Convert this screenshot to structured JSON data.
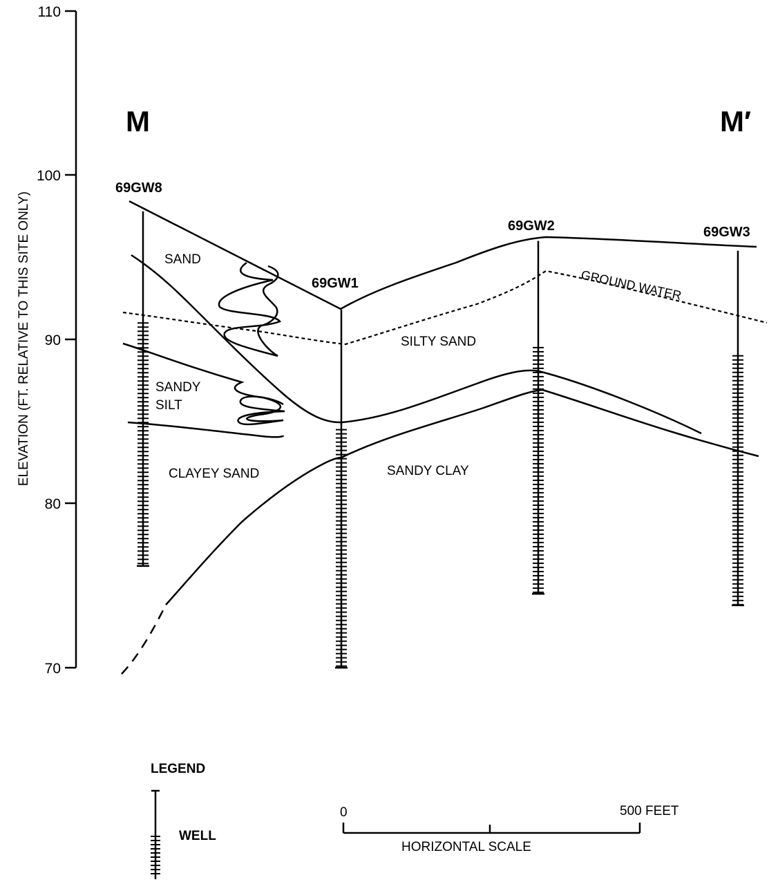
{
  "y_axis": {
    "label": "ELEVATION (FT. RELATIVE TO THIS SITE ONLY)",
    "ticks": [
      "110",
      "100",
      "90",
      "80",
      "70"
    ],
    "tick_values": [
      110,
      100,
      90,
      80,
      70
    ]
  },
  "section": {
    "left_label": "M",
    "right_label": "M′"
  },
  "wells": [
    {
      "name": "69GW8",
      "top_elev": 97.8,
      "screen_top": 91.0,
      "bottom_elev": 76.2
    },
    {
      "name": "69GW1",
      "top_elev": 91.8,
      "screen_top": 84.5,
      "bottom_elev": 70.0
    },
    {
      "name": "69GW2",
      "top_elev": 96.0,
      "screen_top": 89.5,
      "bottom_elev": 74.5
    },
    {
      "name": "69GW3",
      "top_elev": 95.4,
      "screen_top": 89.0,
      "bottom_elev": 73.8
    }
  ],
  "layers": {
    "sand": "SAND",
    "sandy_silt_1": "SANDY",
    "sandy_silt_2": "SILT",
    "clayey_sand": "CLAYEY SAND",
    "silty_sand": "SILTY SAND",
    "sandy_clay": "SANDY CLAY"
  },
  "ground_water_label": "GROUND WATER",
  "legend": {
    "title": "LEGEND",
    "well_label": "WELL"
  },
  "scale": {
    "start": "0",
    "end": "500 FEET",
    "label": "HORIZONTAL SCALE"
  }
}
